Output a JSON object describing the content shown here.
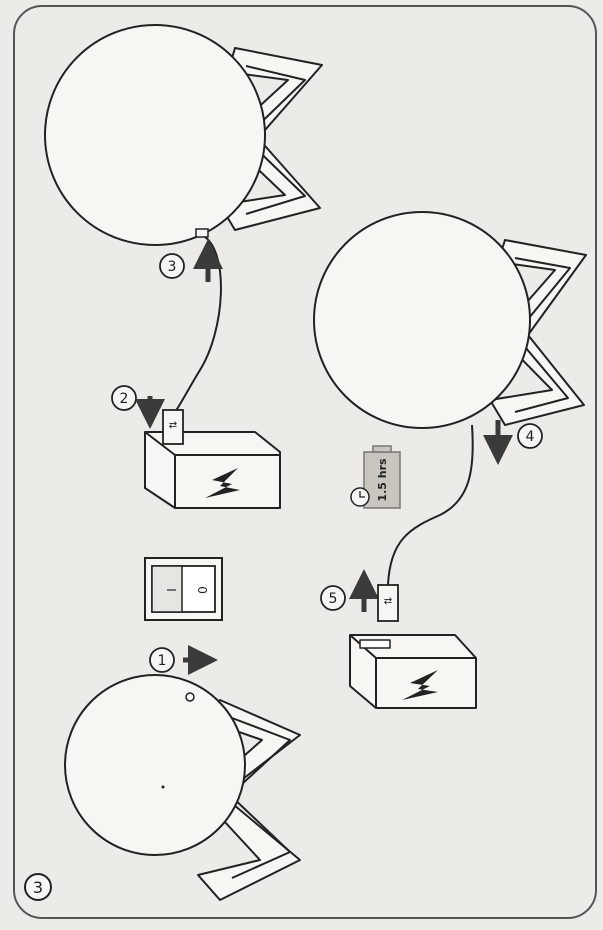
{
  "page": {
    "section_number": "3"
  },
  "steps": {
    "one": "1",
    "two": "2",
    "three": "3",
    "four": "4",
    "five": "5"
  },
  "switch": {
    "on_label": "I",
    "off_label": "0"
  },
  "battery": {
    "charge_time": "1.5 hrs"
  },
  "colors": {
    "line": "#222222",
    "paper": "#ecebe8",
    "fill": "#f7f6f3",
    "arrow": "#3a3a3a",
    "battery": "#c9c6bf"
  }
}
